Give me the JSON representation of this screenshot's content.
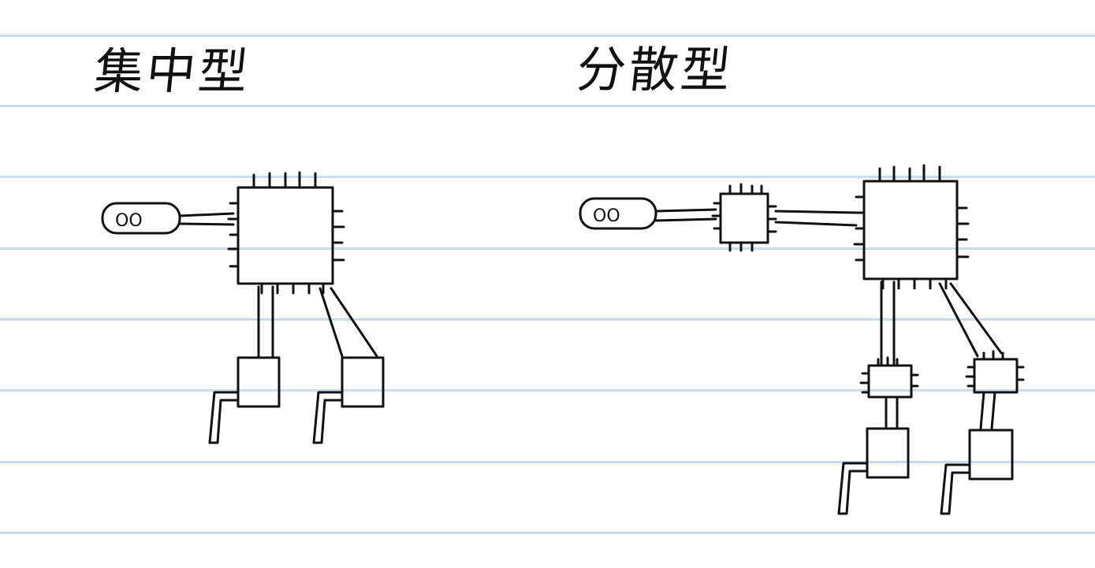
{
  "notebook": {
    "line_color": "#c9dbef",
    "ink_color": "#111111"
  },
  "sections": [
    {
      "id": "centralized",
      "title": "集中型",
      "parts": [
        "sensor",
        "central-controller",
        "motor-left",
        "motor-right"
      ]
    },
    {
      "id": "distributed",
      "title": "分散型",
      "parts": [
        "sensor",
        "sensor-controller",
        "central-controller",
        "motor-controller-left",
        "motor-controller-right",
        "motor-left",
        "motor-right"
      ]
    }
  ],
  "sensor_label": "OO"
}
